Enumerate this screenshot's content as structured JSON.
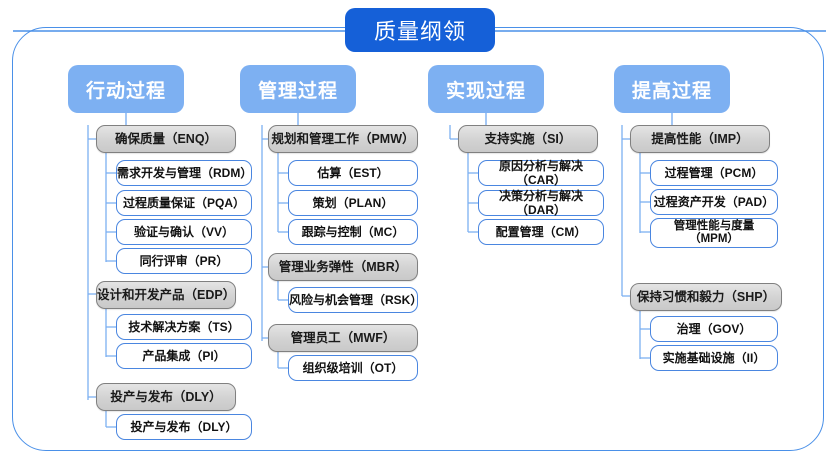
{
  "diagram": {
    "root": {
      "label": "质量纲领",
      "color": "#1560d8"
    },
    "frame_color": "#4a90e8",
    "header_color": "#7db0f2",
    "group_border_color": "#808080",
    "leaf_border_color": "#4a86e0",
    "columns": [
      {
        "header": "行动过程",
        "groups": [
          {
            "label": "确保质量（ENQ）",
            "items": [
              "需求开发与管理（RDM）",
              "过程质量保证（PQA）",
              "验证与确认（VV）",
              "同行评审（PR）"
            ]
          },
          {
            "label": "设计和开发产品（EDP）",
            "items": [
              "技术解决方案（TS）",
              "产品集成（PI）"
            ]
          },
          {
            "label": "投产与发布（DLY）",
            "items": [
              "投产与发布（DLY）"
            ]
          }
        ]
      },
      {
        "header": "管理过程",
        "groups": [
          {
            "label": "规划和管理工作（PMW）",
            "items": [
              "估算（EST）",
              "策划（PLAN）",
              "跟踪与控制（MC）"
            ]
          },
          {
            "label": "管理业务弹性（MBR）",
            "items": [
              "风险与机会管理（RSK）"
            ]
          },
          {
            "label": "管理员工（MWF）",
            "items": [
              "组织级培训（OT）"
            ]
          }
        ]
      },
      {
        "header": "实现过程",
        "groups": [
          {
            "label": "支持实施（SI）",
            "items": [
              "原因分析与解决（CAR）",
              "决策分析与解决（DAR）",
              "配置管理（CM）"
            ]
          }
        ]
      },
      {
        "header": "提高过程",
        "groups": [
          {
            "label": "提高性能（IMP）",
            "items": [
              "过程管理（PCM）",
              "过程资产开发（PAD）",
              "管理性能与度量\n（MPM）"
            ]
          },
          {
            "label": "保持习惯和毅力（SHP）",
            "items": [
              "治理（GOV）",
              "实施基础设施（II）"
            ]
          }
        ]
      }
    ]
  }
}
